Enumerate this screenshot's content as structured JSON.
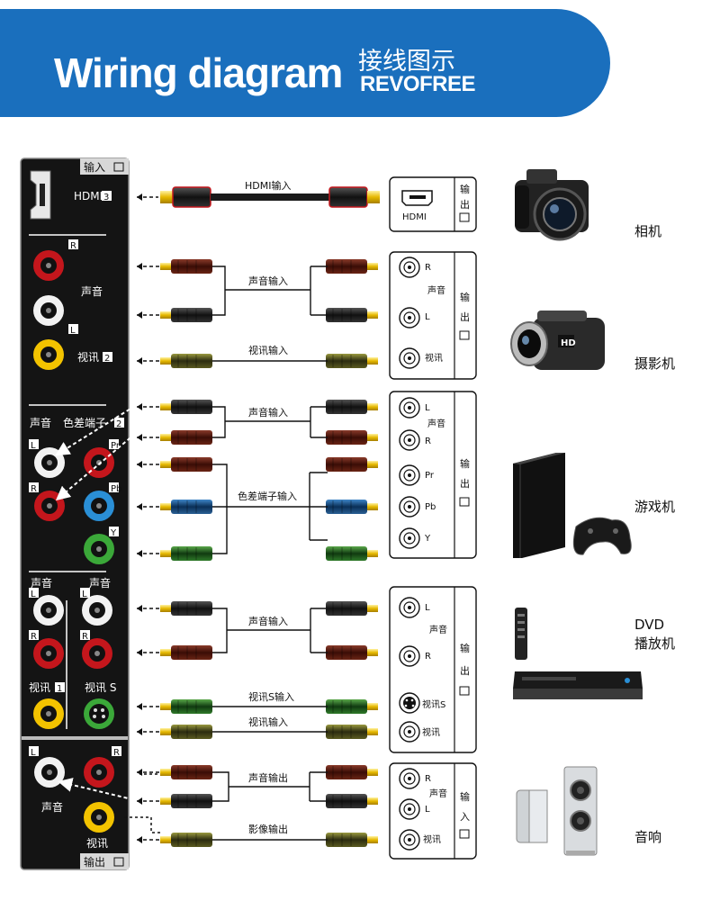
{
  "header": {
    "title": "Wiring diagram",
    "title_cn": "接线图示",
    "brand": "REVOFREE"
  },
  "tv_panel": {
    "input_tab": "输入",
    "output_tab": "输出",
    "hdmi_label": "HDMI",
    "hdmi_num": "3",
    "audio": "声音",
    "video2": "视讯",
    "video2_num": "2",
    "component_audio": "声音",
    "component_title": "色差端子",
    "component_num": "2",
    "audio_left": "声音",
    "audio_right": "声音",
    "video1": "视讯",
    "video1_num": "1",
    "svideo": "视讯 S",
    "out_audio": "声音",
    "out_video": "视讯",
    "ch_r": "R",
    "ch_l": "L",
    "ch_pr": "Pr",
    "ch_pb": "Pb",
    "ch_y": "Y"
  },
  "cables": {
    "hdmi": "HDMI输入",
    "audio_in": "声音输入",
    "video_in": "视讯输入",
    "component_in": "色差端子输入",
    "svideo_in": "视讯S输入",
    "audio_out": "声音输出",
    "video_out": "影像输出"
  },
  "device_panels": {
    "out_label": "输出",
    "in_label": "输入",
    "hdmi": "HDMI",
    "r": "R",
    "l": "L",
    "audio": "声音",
    "video": "视讯",
    "pr": "Pr",
    "pb": "Pb",
    "y": "Y",
    "svideo": "视讯S"
  },
  "devices": {
    "camera": "相机",
    "camcorder": "摄影机",
    "console": "游戏机",
    "dvd_line1": "DVD",
    "dvd_line2": "播放机",
    "speaker": "音响",
    "hd_badge": "HD"
  },
  "colors": {
    "banner": "#1a6fbd",
    "panel": "#141414",
    "red": "#c4161c",
    "yellow": "#f3c300",
    "blue": "#2a8fd6",
    "green": "#3ba839"
  }
}
